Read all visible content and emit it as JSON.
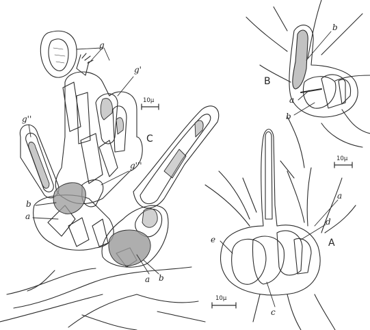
{
  "panels": {
    "A": "A",
    "B": "B",
    "C": "C"
  },
  "labels": {
    "g": "g",
    "g_prime": "g'",
    "g_double": "g''",
    "g_triple": "g'''",
    "b": "b",
    "a": "a",
    "c": "c",
    "d": "d",
    "e": "e"
  },
  "scale_bars": {
    "c": "10μ",
    "b": "10μ",
    "a": "10μ"
  }
}
